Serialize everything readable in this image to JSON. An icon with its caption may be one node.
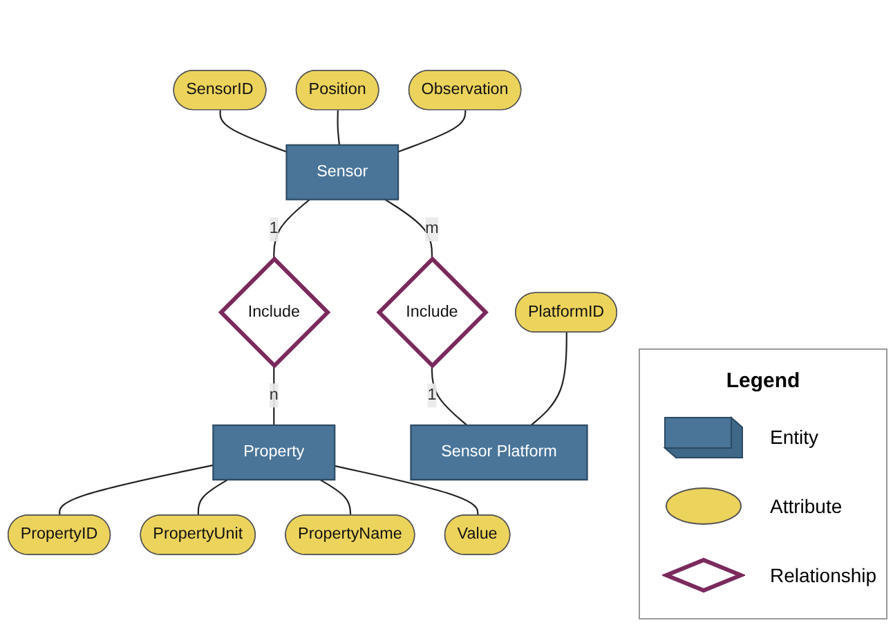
{
  "diagram": {
    "nodes": [
      {
        "text": [
          "SensorID"
        ]
      },
      {
        "text": [
          "Position"
        ]
      },
      {
        "text": [
          "Sensor"
        ]
      },
      {
        "text": [
          "Observation"
        ]
      },
      {
        "text": [
          "Include"
        ]
      },
      {
        "text": [
          "PlatformID"
        ]
      },
      {
        "text": [
          "Sensor Platform"
        ]
      },
      {
        "text": [
          "Include"
        ]
      },
      {
        "text": [
          "Property"
        ]
      },
      {
        "text": [
          "PropertyID"
        ]
      },
      {
        "text": [
          "PropertyUnit"
        ]
      },
      {
        "text": [
          "PropertyName"
        ]
      },
      {
        "text": [
          "Value"
        ]
      }
    ],
    "edges": [
      {
        "from": 0,
        "to": 2,
        "arrow": "none"
      },
      {
        "from": 1,
        "to": 2,
        "arrow": "none"
      },
      {
        "from": 3,
        "to": 2,
        "arrow": "none"
      },
      {
        "from": 2,
        "to": 4,
        "arrow": "none",
        "label": "m"
      },
      {
        "from": 4,
        "to": 6,
        "arrow": "none",
        "label": "1"
      },
      {
        "from": 5,
        "to": 6,
        "arrow": "none"
      },
      {
        "from": 2,
        "to": 7,
        "arrow": "none",
        "label": "1"
      },
      {
        "from": 7,
        "to": 8,
        "arrow": "none",
        "label": "n"
      },
      {
        "from": 8,
        "to": 9,
        "arrow": "none"
      },
      {
        "from": 8,
        "to": 10,
        "arrow": "none"
      },
      {
        "from": 8,
        "to": 11,
        "arrow": "none"
      },
      {
        "from": 8,
        "to": 12,
        "arrow": "none"
      }
    ],
    "labels": [
      "Legend"
    ],
    "legend": [
      {
        "text": "Entity"
      },
      {
        "text": "Attribute"
      },
      {
        "text": "Relationship"
      }
    ]
  }
}
